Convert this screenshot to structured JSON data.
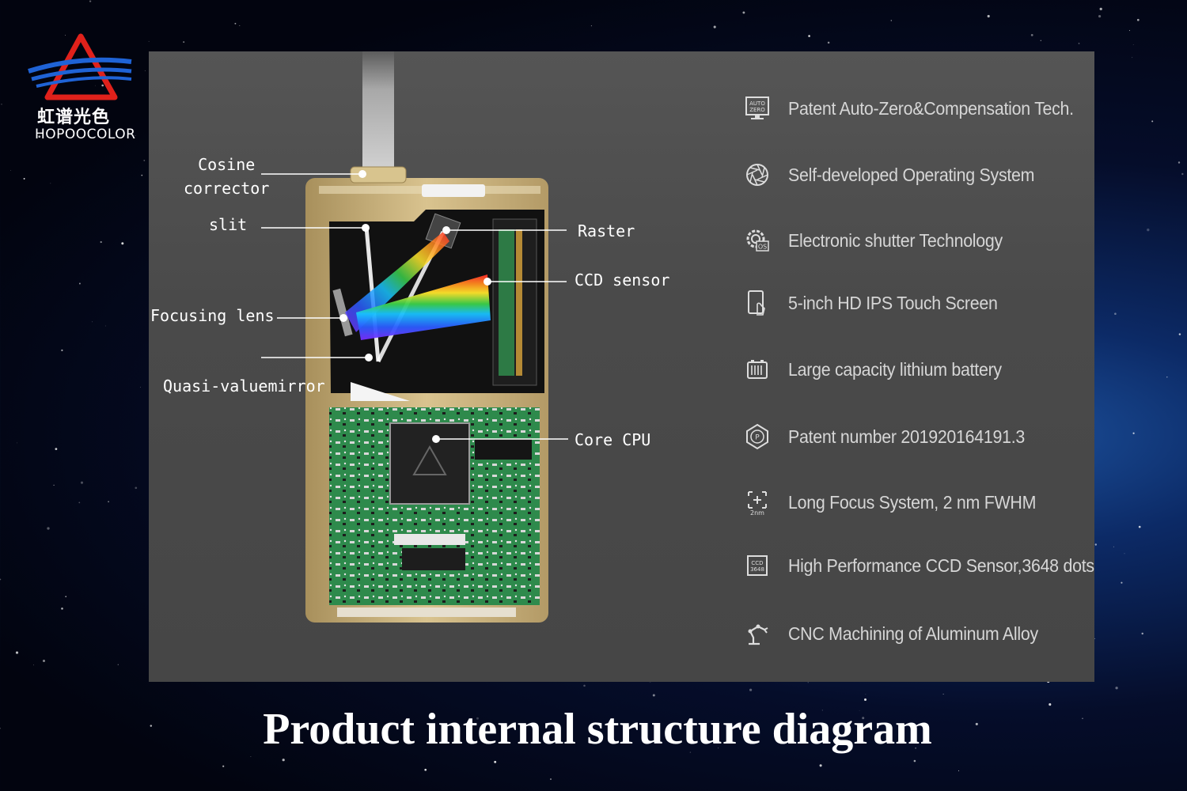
{
  "brand": {
    "name_cn": "虹谱光色",
    "name_en": "HOPOOCOLOR"
  },
  "callouts": {
    "cosine_corrector": "Cosine\ncorrector",
    "slit": "slit",
    "focusing_lens": "Focusing lens",
    "quasi_value_mirror": "Quasi-valuemirror",
    "raster": "Raster",
    "ccd_sensor": "CCD sensor",
    "core_cpu": "Core CPU"
  },
  "features": [
    {
      "icon": "auto-zero-icon",
      "label": "Patent Auto-Zero&Compensation Tech."
    },
    {
      "icon": "aperture-icon",
      "label": "Self-developed Operating System"
    },
    {
      "icon": "gear-os-icon",
      "label": "Electronic shutter Technology"
    },
    {
      "icon": "touch-screen-icon",
      "label": "5-inch  HD IPS Touch Screen"
    },
    {
      "icon": "battery-icon",
      "label": "Large capacity lithium battery"
    },
    {
      "icon": "patent-icon",
      "label": "Patent number 201920164191.3"
    },
    {
      "icon": "focus-2nm-icon",
      "label": "Long Focus  System, 2 nm FWHM"
    },
    {
      "icon": "ccd-3648-icon",
      "label": "High Performance CCD Sensor,3648 dots"
    },
    {
      "icon": "cnc-robot-icon",
      "label": "CNC Machining of Aluminum Alloy"
    }
  ],
  "caption": "Product internal structure diagram",
  "colors": {
    "panel": "#4b4b4b",
    "gold": "#c9b07a",
    "pcb": "#2f8a4e"
  }
}
